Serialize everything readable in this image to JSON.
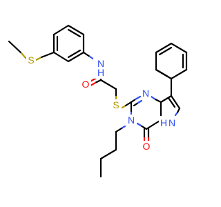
{
  "colors": {
    "bond": "#000000",
    "oxygen": "#ff0d0d",
    "nitrogen": "#3050f8",
    "sulfur": "#b59a00"
  },
  "atoms": {
    "s_methylthio": "S",
    "nh_amide": "N",
    "nh_amide_h": "H",
    "o_amide": "O",
    "s_thioether": "S",
    "n_pyrimidine_1": "N",
    "n_pyrimidine_3": "N",
    "o_lactam": "O",
    "nh_pyrrole": "N",
    "nh_pyrrole_h": "H"
  }
}
